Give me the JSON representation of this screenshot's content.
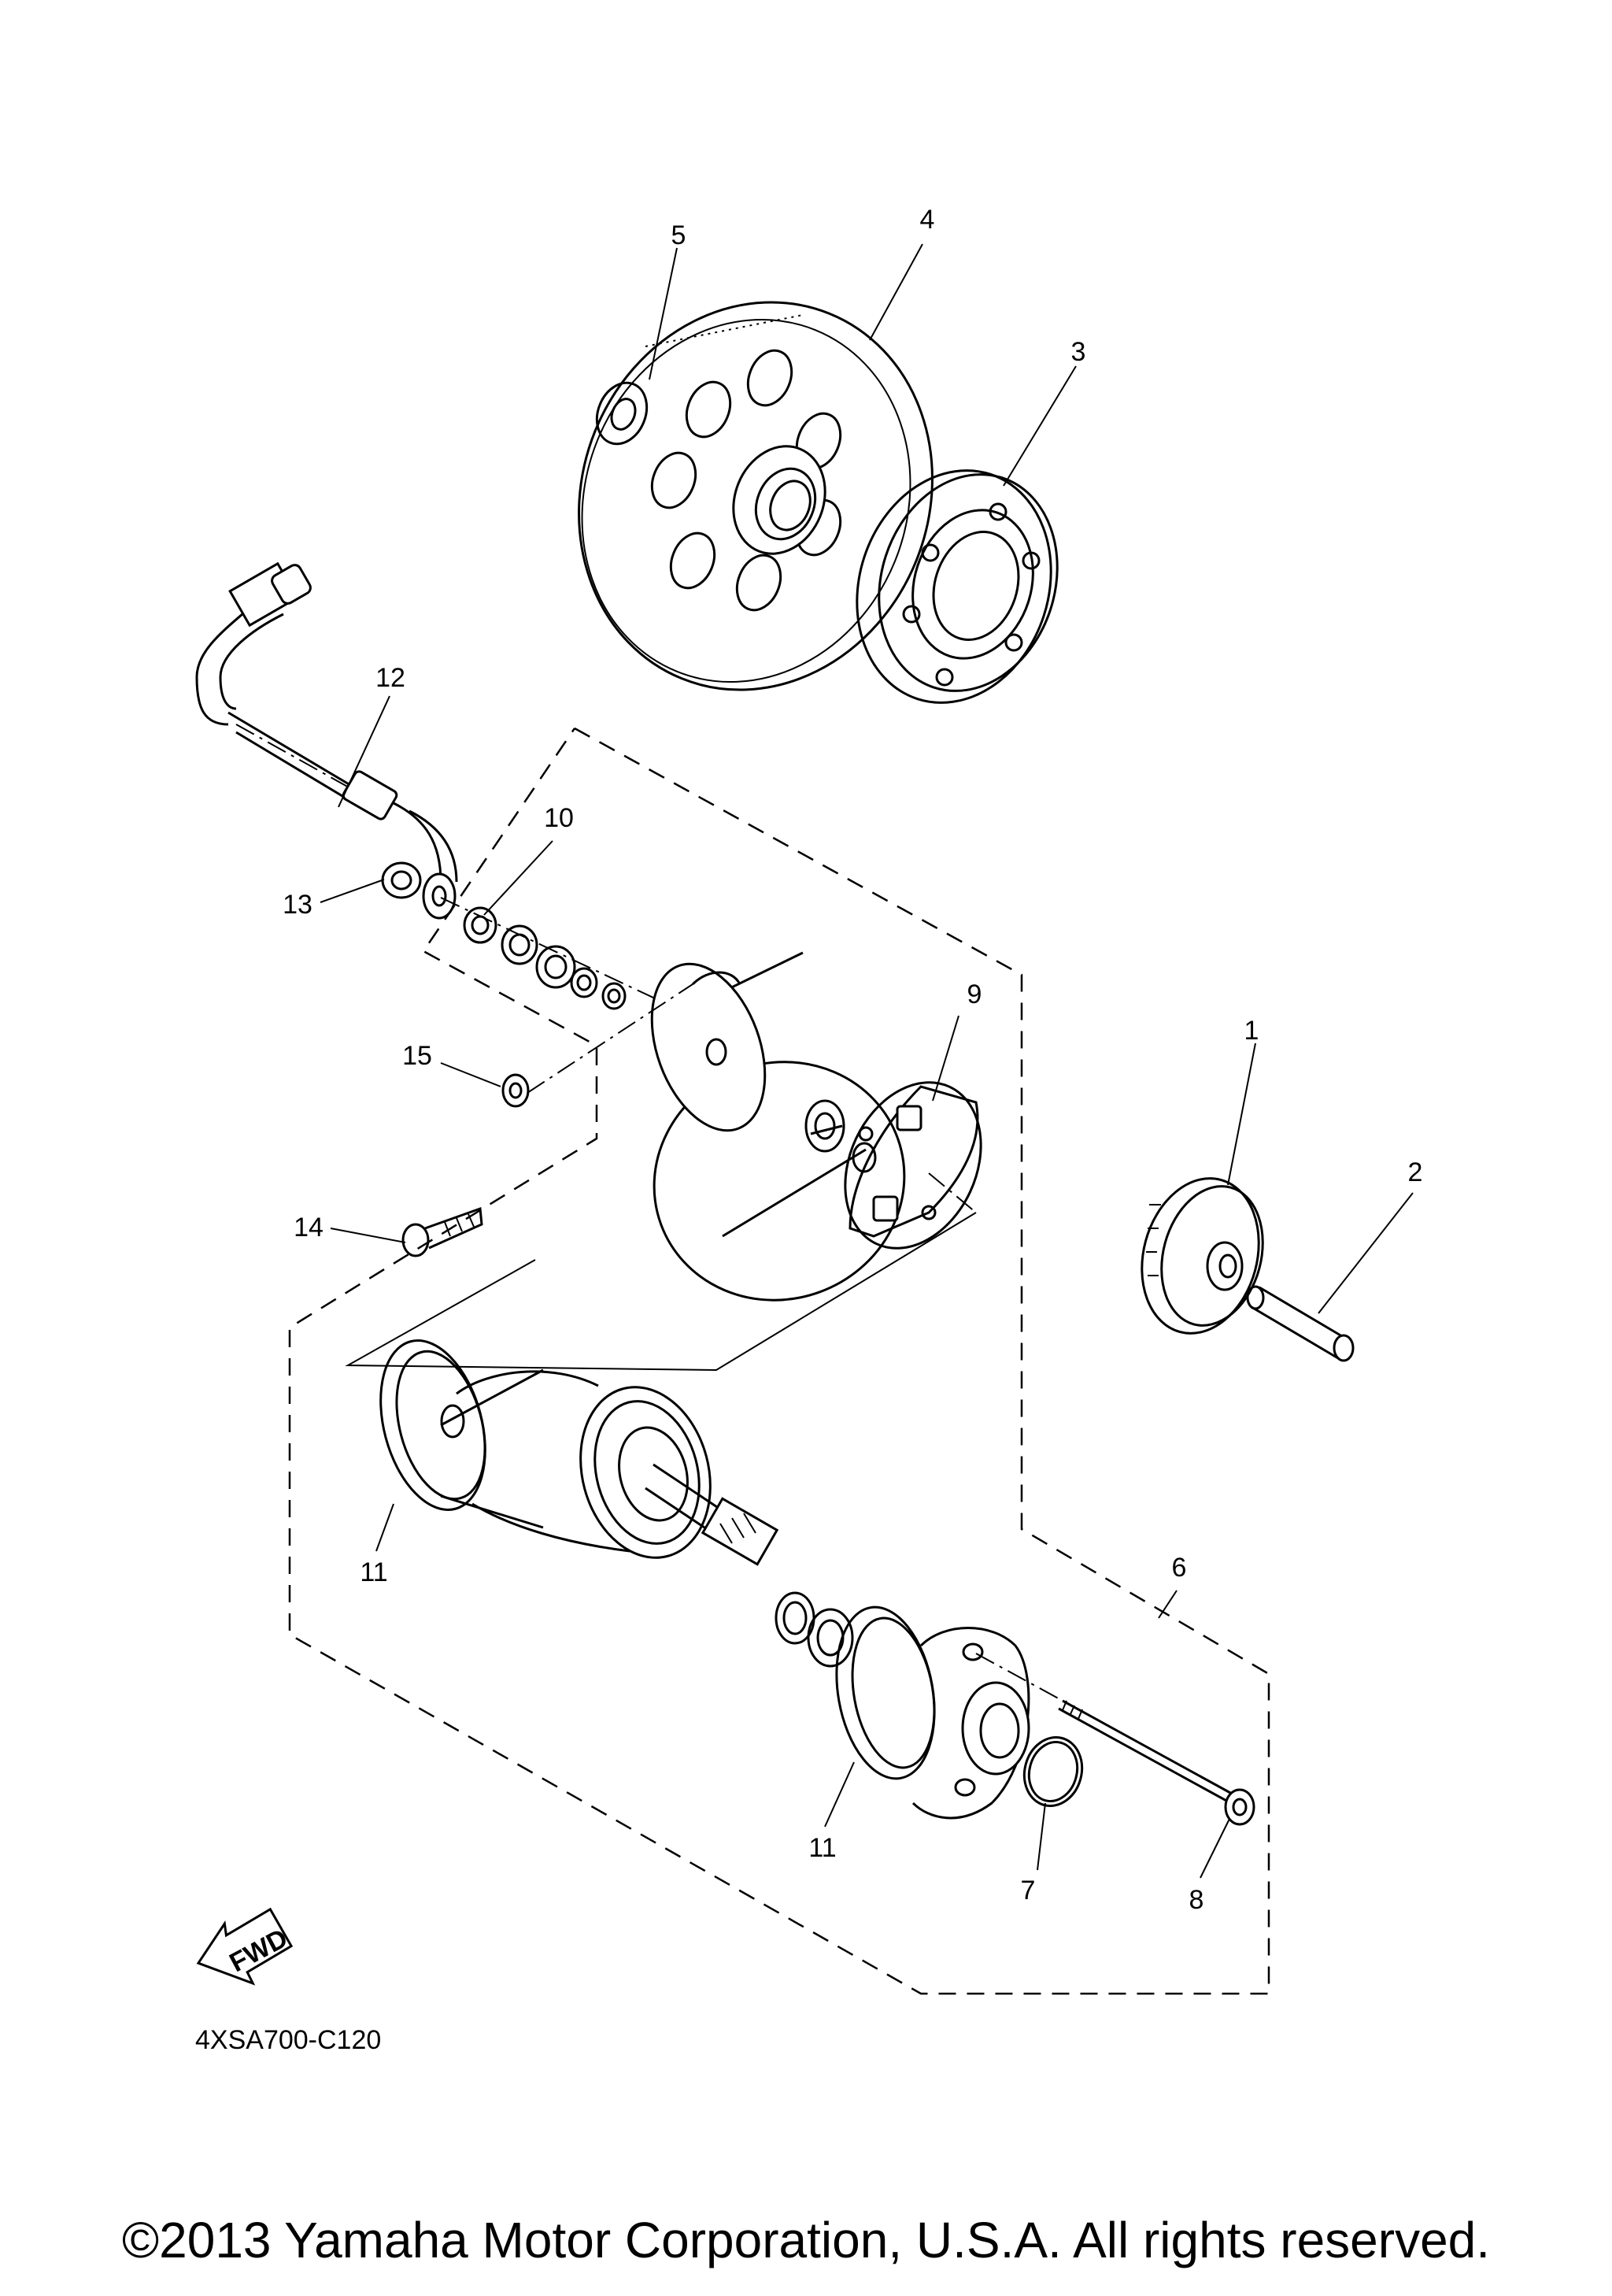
{
  "callouts": [
    {
      "id": "1",
      "label": "1"
    },
    {
      "id": "2",
      "label": "2"
    },
    {
      "id": "3",
      "label": "3"
    },
    {
      "id": "4",
      "label": "4"
    },
    {
      "id": "5",
      "label": "5"
    },
    {
      "id": "6",
      "label": "6"
    },
    {
      "id": "7",
      "label": "7"
    },
    {
      "id": "8",
      "label": "8"
    },
    {
      "id": "9",
      "label": "9"
    },
    {
      "id": "10",
      "label": "10"
    },
    {
      "id": "11a",
      "label": "11"
    },
    {
      "id": "11b",
      "label": "11"
    },
    {
      "id": "12",
      "label": "12"
    },
    {
      "id": "13",
      "label": "13"
    },
    {
      "id": "14",
      "label": "14"
    },
    {
      "id": "15",
      "label": "15"
    }
  ],
  "fwd_label": "FWD",
  "diagram_code": "4XSA700-C120",
  "copyright": "©2013 Yamaha Motor Corporation, U.S.A. All rights reserved."
}
